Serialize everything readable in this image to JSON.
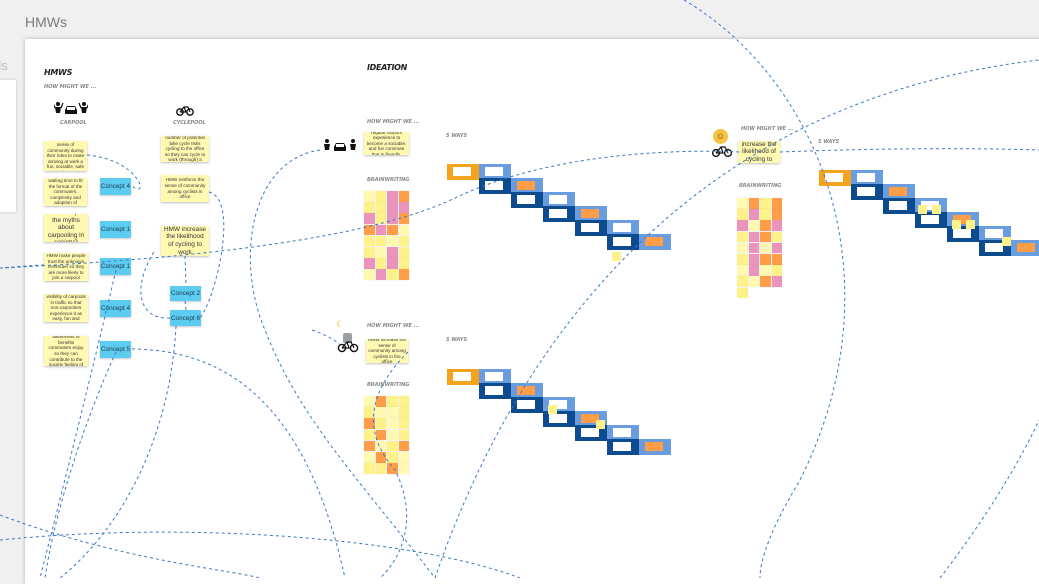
{
  "board": {
    "frame_label": "HMWs",
    "left_frame_label": "ds"
  },
  "hmws": {
    "title": "HMWS",
    "subtitle": "HOW MIGHT WE ...",
    "carpool_label": "CARPOOL",
    "cyclepool_label": "CYCLEPOOL",
    "carpool_notes": [
      "HMW increase the sense of community during their rides to make arriving at work a fun, sociable, safe day",
      "HMW manage waiting time to fit the format of the commuters, complexity and adoption of carpooling",
      "HMW dispel the myths about carpooling in society?",
      "HMW make people trust the unknown commuter so they are more likely to join a carpool",
      "HMW increase the visibility of carpools in traffic so that non-carpoolers experience it as easy, fun and convenient",
      "HMW raise awareness of benefits commuters enjoy so they can contribute to the society feeling of change"
    ],
    "cyclepool_notes": [
      "HMW decrease the number of potential bike cycle risks cycling to the office so they can cycle to work (through) a cheap route",
      "HMW reinforce the sense of community among cyclists in office",
      "HMW increase the likelihood of cycling to work"
    ],
    "concepts": [
      "Concept 4",
      "Concept 1",
      "Concept 1",
      "Concept 4",
      "Concept 5",
      "Concept 2",
      "Concept 6"
    ]
  },
  "ideation": {
    "title": "IDEATION",
    "hmw_label": "HOW MIGHT WE ...",
    "five_ways": "5 WAYS",
    "brainwriting": "BRAINWRITING",
    "hmw_notes": [
      "HMW make the regular carpool experience to become a sociable, and fun commute that is friendly, useful",
      "HMW increase the sense of community among cyclists in the office",
      "HMW increase the likelihood of cycling to work"
    ]
  },
  "colors": {
    "sticky_yellow": "#fff9b1",
    "sticky_light": "#fdf28a",
    "pink": "#ea94bb",
    "orange": "#ff9d48",
    "dark_orange": "#f5a31c",
    "concept_cyan": "#5ccdf0",
    "blue_light": "#6a9de0",
    "blue_dark": "#0d4b8f",
    "connector": "#3a78c3"
  },
  "icons": [
    "people-car-icon",
    "bicycle-icon",
    "moon-icon",
    "smiley-icon"
  ]
}
